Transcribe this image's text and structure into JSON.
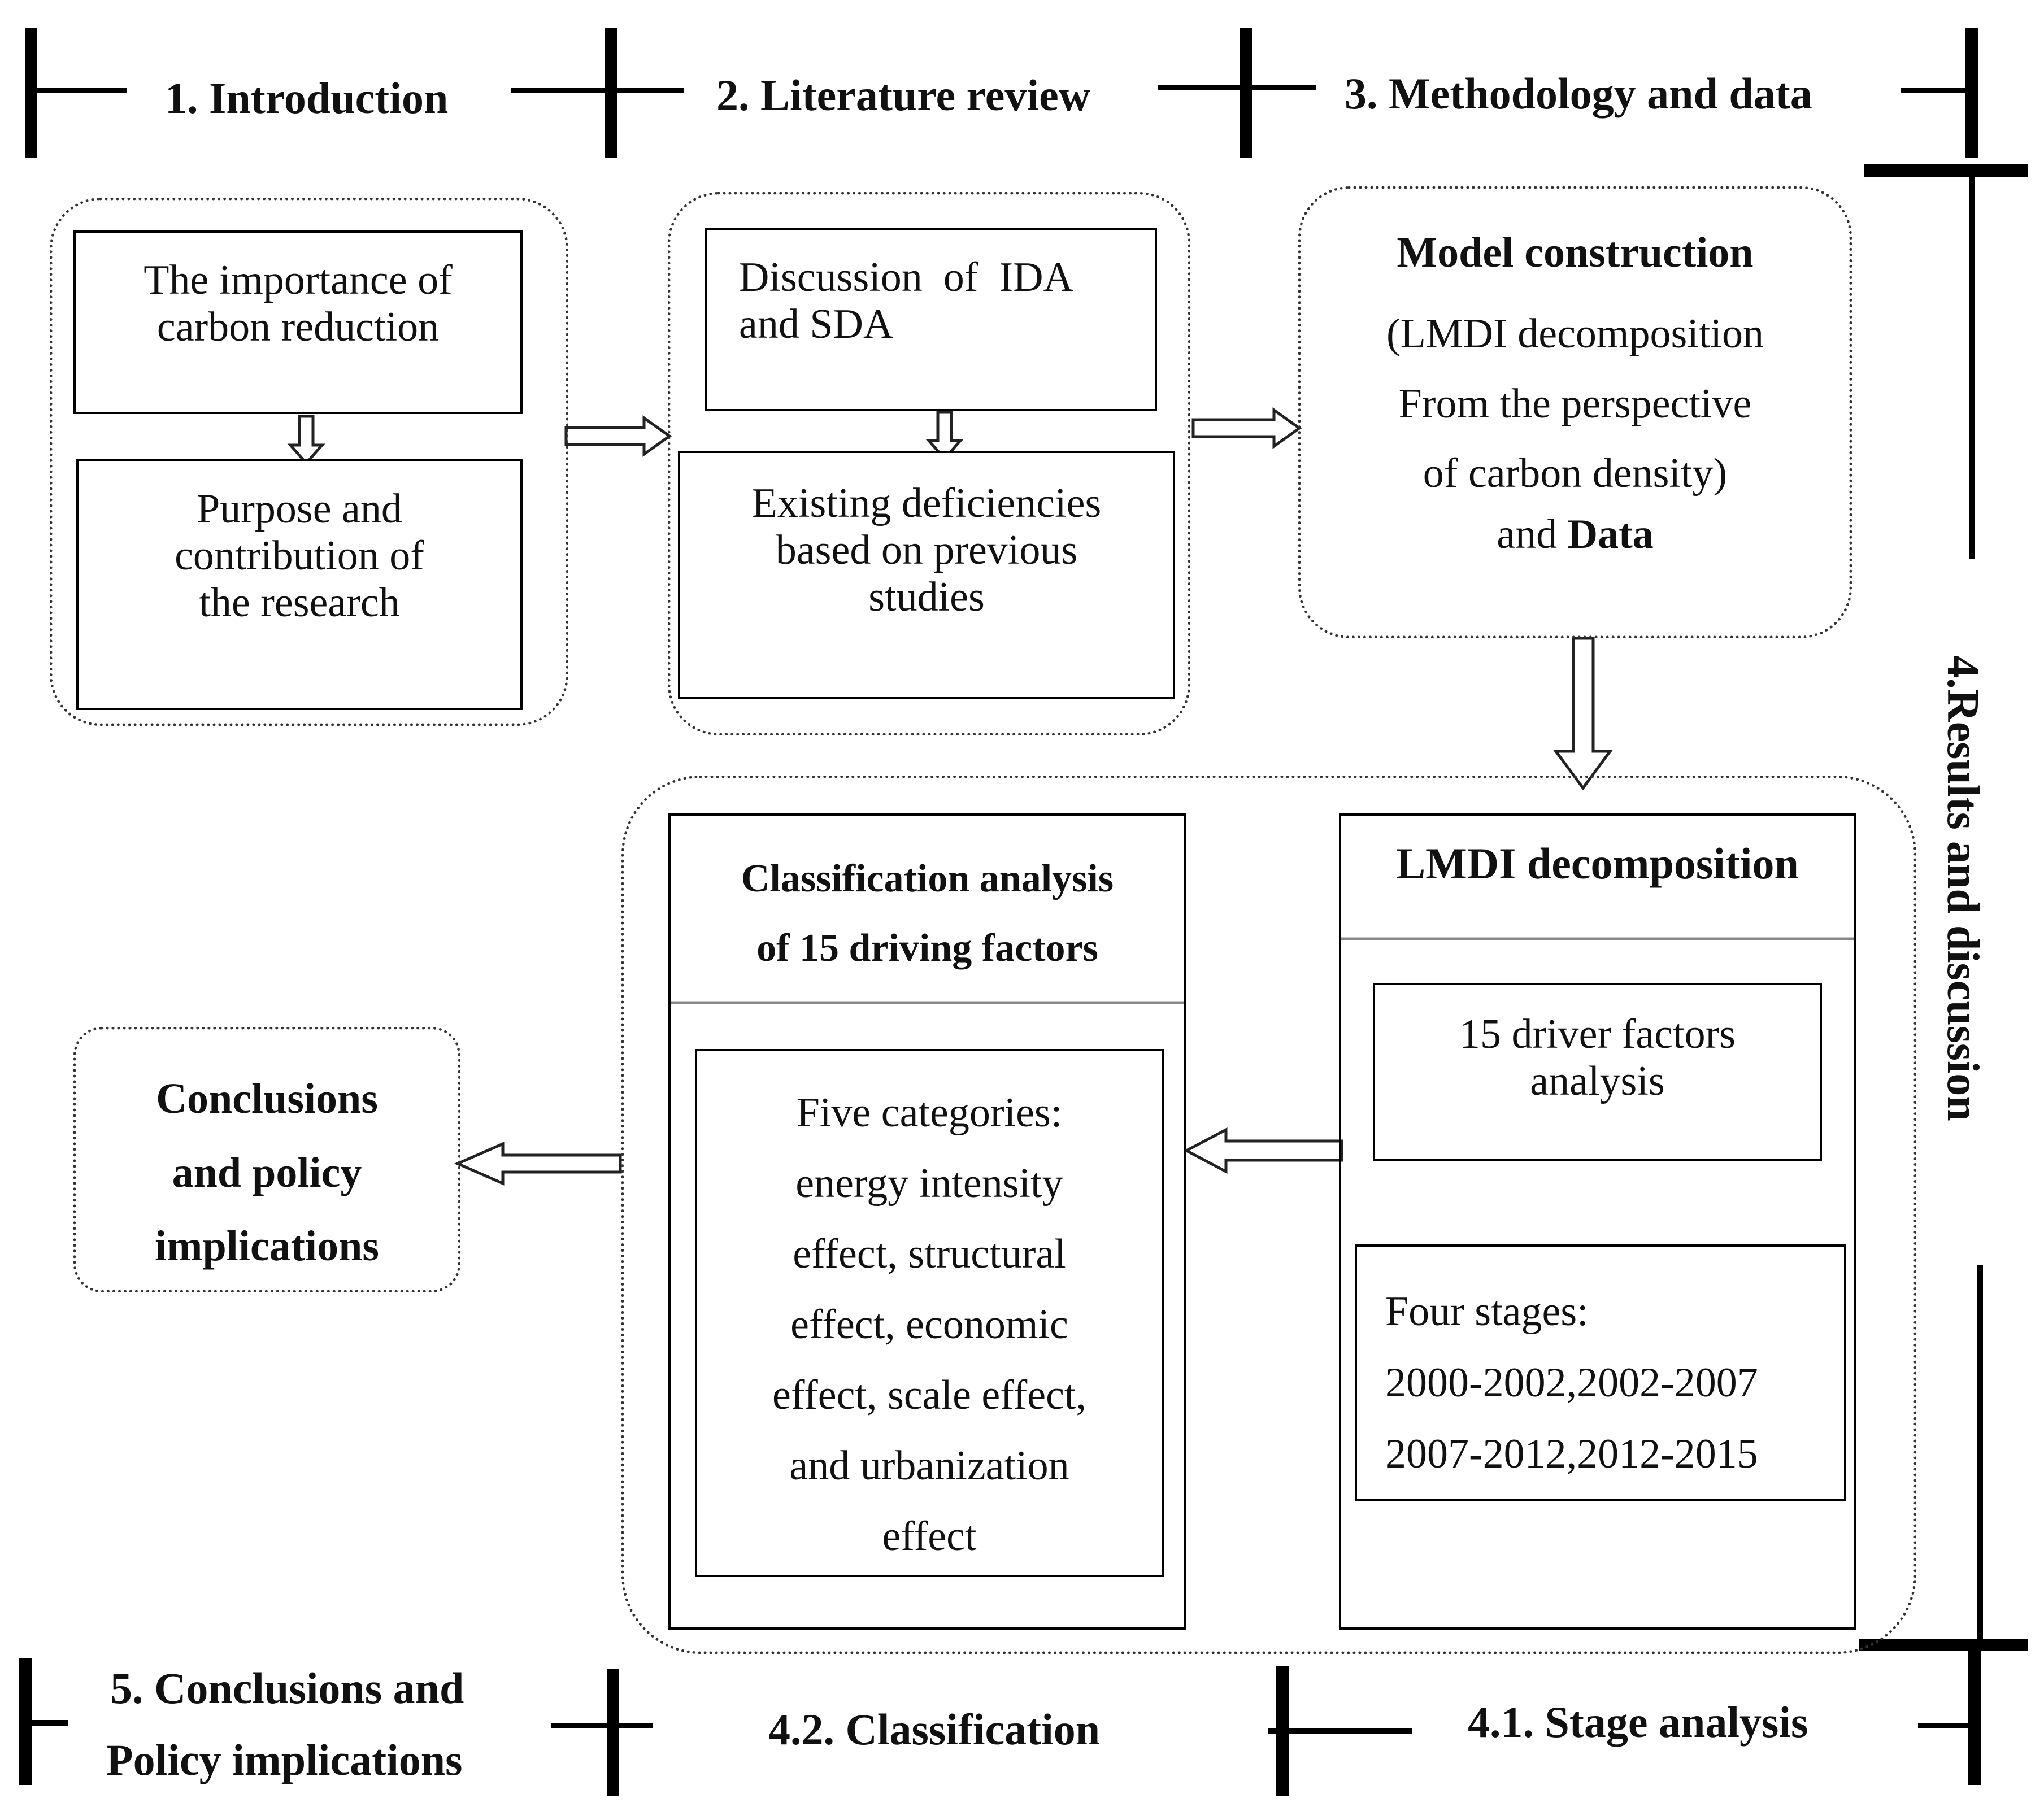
{
  "sections": {
    "s1": "1. Introduction",
    "s2": "2. Literature review",
    "s3": "3. Methodology and data",
    "s4": "4.Results and discussion",
    "s41": "4.1. Stage analysis",
    "s42": "4.2. Classification",
    "s5_line1": "5. Conclusions and",
    "s5_line2": "Policy implications"
  },
  "intro": {
    "box1": "The importance of\ncarbon reduction",
    "box2": "Purpose and\ncontribution of\nthe research"
  },
  "review": {
    "box1": "Discussion  of  IDA\nand SDA",
    "box2": "Existing deficiencies\nbased on previous\nstudies"
  },
  "method": {
    "title": "Model construction",
    "body": "(LMDI decomposition\nFrom the perspective\nof carbon density)",
    "and": "and ",
    "data": "Data"
  },
  "lmdi": {
    "title": "LMDI decomposition",
    "factors": "15 driver factors\nanalysis",
    "stages": "Four stages:\n2000-2002,2002-2007\n2007-2012,2012-2015"
  },
  "classification": {
    "title": "Classification analysis\nof 15 driving factors",
    "body": "Five categories:\nenergy intensity\neffect, structural\neffect, economic\neffect, scale effect,\nand urbanization\neffect"
  },
  "conclusion": {
    "text": "Conclusions\nand policy\nimplications"
  }
}
